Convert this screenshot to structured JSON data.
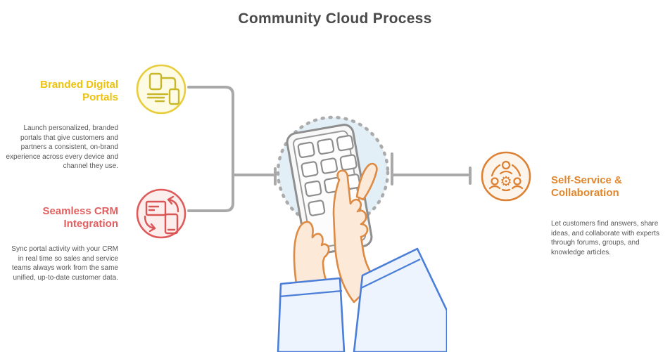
{
  "title": "Community Cloud Process",
  "sections": {
    "portals": {
      "heading": "Branded Digital Portals",
      "body": "Launch personalized, branded portals that give customers and partners a consistent, on-brand experience across every device and channel they use.",
      "icon": "multi-device-portal-icon",
      "accent_color": "#ECC20D"
    },
    "crm": {
      "heading": "Seamless CRM Integration",
      "body": "Sync portal activity with your CRM in real time so sales and service teams always work from the same unified, up-to-date customer data.",
      "icon": "crm-sync-icon",
      "accent_color": "#E25F5F"
    },
    "self_service": {
      "heading": "Self-Service & Collaboration",
      "body": "Let customers find answers, share ideas, and collaborate with experts through forums, groups, and knowledge articles.",
      "icon": "people-gear-collaboration-icon",
      "accent_color": "#E0862E"
    }
  },
  "illustration": {
    "name": "hands-tapping-phone-keypad"
  },
  "colors": {
    "title_text": "#4A4A4A",
    "body_text": "#565656",
    "connector": "#A9A9A9",
    "yellow_icon_fill": "#FEFBE4",
    "yellow_icon_stroke": "#E7CC3B",
    "red_icon_fill": "#FCEEEC",
    "red_icon_stroke": "#DE5A5A",
    "orange_icon_fill": "#FDF5EB",
    "orange_icon_stroke": "#DD8234",
    "center_circle_bg": "#E2EFF7",
    "hand_fill": "#FDE9D8",
    "hand_stroke": "#DC8A44",
    "sleeve_fill": "#EDF4FD",
    "sleeve_stroke": "#4A7ED8",
    "phone_stroke": "#8E8E8E"
  }
}
